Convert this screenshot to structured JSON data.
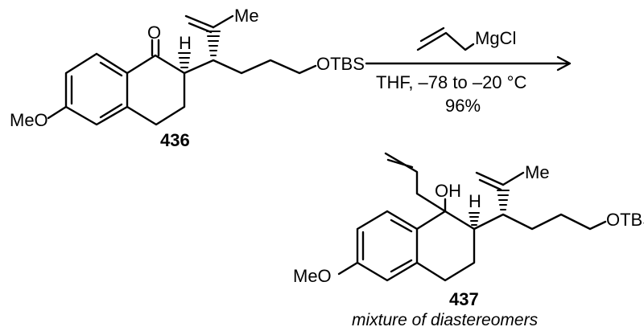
{
  "compound_436": {
    "number": "436",
    "label_o": "O",
    "label_h": "H",
    "label_me": "Me",
    "label_otbs": "OTBS",
    "label_meo": "MeO"
  },
  "reagent": {
    "grignard": "MgCl",
    "conditions": "THF, –78 to –20 °C",
    "yield": "96%"
  },
  "compound_437": {
    "number": "437",
    "label_oh": "OH",
    "label_h": "H",
    "label_me": "Me",
    "label_otbs": "OTBS",
    "label_meo": "MeO",
    "note": "mixture of diastereomers"
  }
}
